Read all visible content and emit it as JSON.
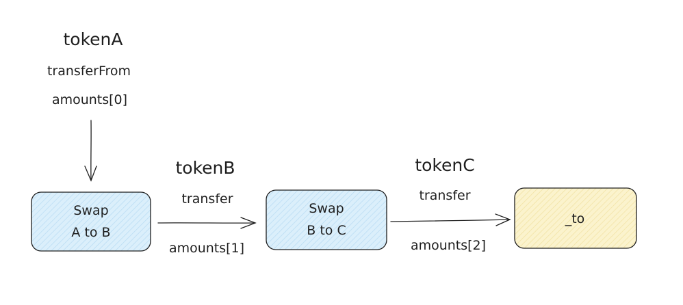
{
  "incoming": {
    "token": "tokenA",
    "operation": "transferFrom",
    "amount": "amounts[0]"
  },
  "nodes": [
    {
      "line1": "Swap",
      "line2": "A to B",
      "fill": "#dbeffb",
      "stroke": "#1e1e1e"
    },
    {
      "line1": "Swap",
      "line2": "B to C",
      "fill": "#dbeffb",
      "stroke": "#1e1e1e"
    },
    {
      "label": "_to",
      "fill": "#fbf3cd",
      "stroke": "#1e1e1e"
    }
  ],
  "edges": [
    {
      "token": "tokenB",
      "operation": "transfer",
      "amount": "amounts[1]"
    },
    {
      "token": "tokenC",
      "operation": "transfer",
      "amount": "amounts[2]"
    }
  ],
  "colors": {
    "ink": "#1e1e1e",
    "hatch_blue": "#b9dcf3",
    "hatch_yellow": "#f1e2a3"
  }
}
